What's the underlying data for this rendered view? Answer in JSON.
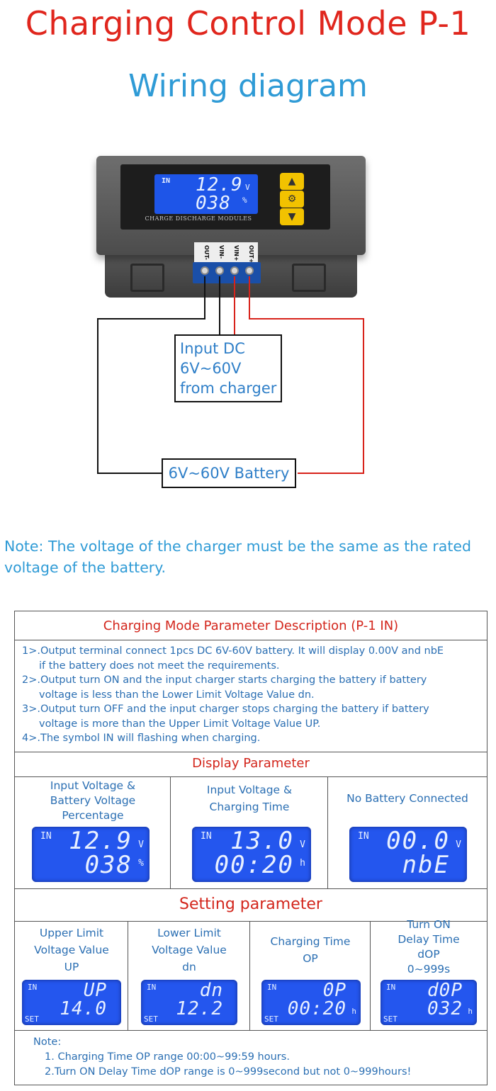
{
  "title": "Charging Control Mode P-1",
  "subtitle": "Wiring diagram",
  "device": {
    "lcd_in": "IN",
    "lcd_line1": "12.9",
    "lcd_unit1": "V",
    "lcd_line2": "038",
    "lcd_unit2": "%",
    "module_label": "CHARGE DISCHARGE MODULES",
    "terminals": [
      "OUT-",
      "VIN-",
      "VIN+",
      "OUT+"
    ],
    "keys": [
      "up-arrow-icon",
      "gear-icon",
      "down-arrow-icon"
    ]
  },
  "wiring": {
    "input_box": [
      "Input DC",
      "6V~60V",
      "from charger"
    ],
    "battery_box": "6V~60V Battery",
    "wire_colors": {
      "negative": "#111111",
      "positive": "#d8231b"
    }
  },
  "note_top": "Note: The voltage of the charger must be the same as the rated voltage of the battery.",
  "table": {
    "header": "Charging Mode Parameter Description (P-1 IN)",
    "description": [
      "1>.Output terminal connect 1pcs DC 6V-60V battery. It will display 0.00V and nbE",
      "if the battery does not meet the requirements.",
      "2>.Output turn ON and the input charger starts charging the battery if battery",
      "voltage is less than the Lower Limit Voltage Value dn.",
      "3>.Output turn OFF and the input charger stops charging the battery if battery",
      "voltage is more than the Upper Limit Voltage Value UP.",
      "4>.The symbol IN will flashing when charging."
    ],
    "display_header": "Display Parameter",
    "display": [
      {
        "caption": [
          "Input Voltage &",
          "Battery Voltage",
          "Percentage"
        ],
        "in": "IN",
        "line1": "12.9",
        "unit1": "V",
        "line2": "038",
        "unit2": "%"
      },
      {
        "caption": [
          "Input Voltage &",
          "Charging Time"
        ],
        "in": "IN",
        "line1": "13.0",
        "unit1": "V",
        "line2": "00:20",
        "unit2": "h"
      },
      {
        "caption": [
          "No Battery Connected"
        ],
        "in": "IN",
        "line1": "00.0",
        "unit1": "V",
        "line2": "nbE",
        "unit2": ""
      }
    ],
    "setting_header": "Setting parameter",
    "setting": [
      {
        "caption": [
          "Upper Limit",
          "Voltage Value",
          "UP"
        ],
        "in": "IN",
        "set": "SET",
        "line1": "UP",
        "line2": "14.0",
        "unit2": ""
      },
      {
        "caption": [
          "Lower Limit",
          "Voltage Value",
          "dn"
        ],
        "in": "IN",
        "set": "SET",
        "line1": "dn",
        "line2": "12.2",
        "unit2": ""
      },
      {
        "caption": [
          "Charging Time",
          "OP"
        ],
        "in": "IN",
        "set": "SET",
        "line1": "0P",
        "line2": "00:20",
        "unit2": "h"
      },
      {
        "caption": [
          "Turn ON",
          "Delay Time",
          "dOP",
          "0~999s"
        ],
        "in": "IN",
        "set": "SET",
        "line1": "d0P",
        "line2": "032",
        "unit2": "h"
      }
    ],
    "note": [
      "Note:",
      "1. Charging Time OP range 00:00~99:59 hours.",
      "2.Turn ON Delay Time dOP range is  0~999second but not 0~999hours!"
    ]
  }
}
